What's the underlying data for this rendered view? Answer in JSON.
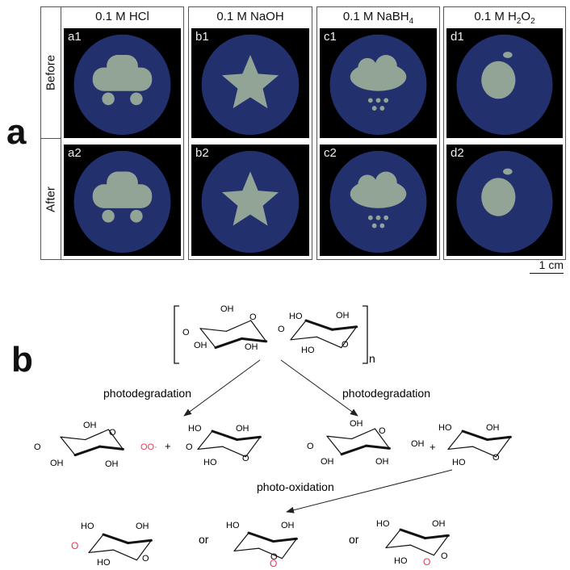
{
  "panel_a": {
    "letter": "a",
    "row_labels": [
      "Before",
      "After"
    ],
    "columns": [
      {
        "title": "0.1 M HCl",
        "cells": [
          "a1",
          "a2"
        ],
        "shape": "car"
      },
      {
        "title": "0.1 M NaOH",
        "cells": [
          "b1",
          "b2"
        ],
        "shape": "star"
      },
      {
        "title_main": "0.1 M NaBH",
        "title_sub": "4",
        "cells": [
          "c1",
          "c2"
        ],
        "shape": "cloud"
      },
      {
        "title_main": "0.1 M H",
        "title_sub1": "2",
        "title_mid": "O",
        "title_sub2": "2",
        "cells": [
          "d1",
          "d2"
        ],
        "shape": "apple"
      }
    ],
    "scale_bar": "1 cm",
    "colors": {
      "disc": "#23306e",
      "pattern": "#9fb19a",
      "background": "#000000"
    }
  },
  "panel_b": {
    "letter": "b",
    "arrow_labels": {
      "left": "photodegradation",
      "right": "photodegradation",
      "oxidation": "photo-oxidation"
    },
    "atoms": {
      "OH": "OH",
      "HO": "HO",
      "O": "O",
      "n": "n",
      "radical": "OO·",
      "plus": "+",
      "or": "or"
    },
    "colors": {
      "highlight": "#e8365a",
      "bond": "#111111"
    }
  }
}
